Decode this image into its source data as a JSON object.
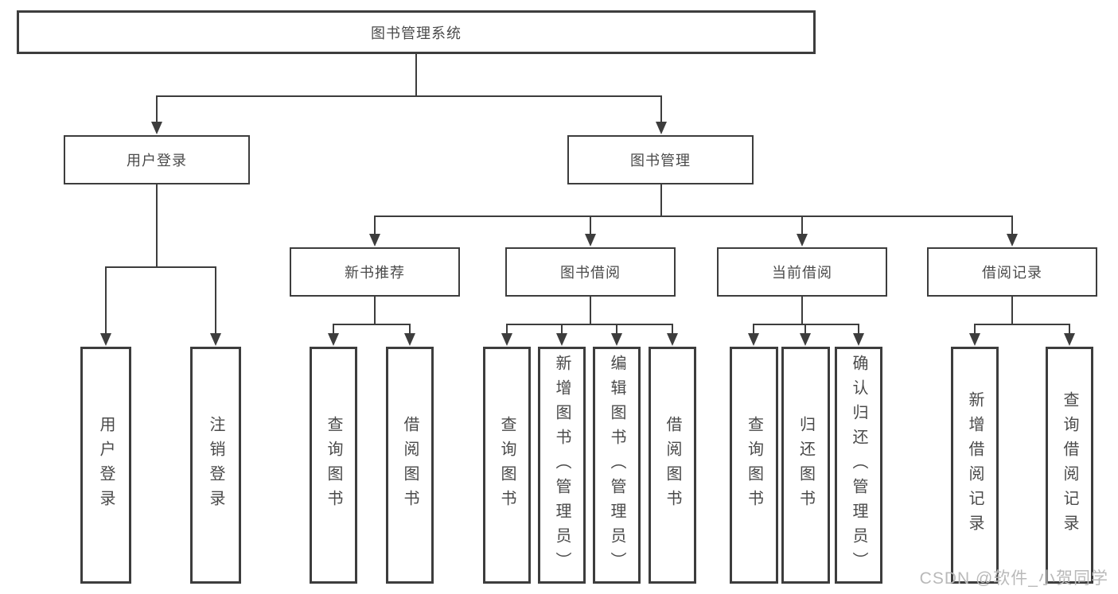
{
  "colors": {
    "line": "#3d3d3d",
    "box_border": "#3d3d3d",
    "text": "#4a4a4a",
    "watermark": "#b9b9b9",
    "background": "#ffffff"
  },
  "tree": {
    "root": {
      "label": "图书管理系统"
    },
    "branches": [
      {
        "label": "用户登录",
        "children": [
          {
            "label": "用户登录"
          },
          {
            "label": "注销登录"
          }
        ]
      },
      {
        "label": "图书管理",
        "children": [
          {
            "label": "新书推荐",
            "children": [
              {
                "label": "查询图书"
              },
              {
                "label": "借阅图书"
              }
            ]
          },
          {
            "label": "图书借阅",
            "children": [
              {
                "label": "查询图书"
              },
              {
                "label": "新增图书（管理员）"
              },
              {
                "label": "编辑图书（管理员）"
              },
              {
                "label": "借阅图书"
              }
            ]
          },
          {
            "label": "当前借阅",
            "children": [
              {
                "label": "查询图书"
              },
              {
                "label": "归还图书"
              },
              {
                "label": "确认归还（管理员）"
              }
            ]
          },
          {
            "label": "借阅记录",
            "children": [
              {
                "label": "新增借阅记录"
              },
              {
                "label": "查询借阅记录"
              }
            ]
          }
        ]
      }
    ]
  },
  "watermark": {
    "text": "CSDN @软件_小贺同学"
  }
}
